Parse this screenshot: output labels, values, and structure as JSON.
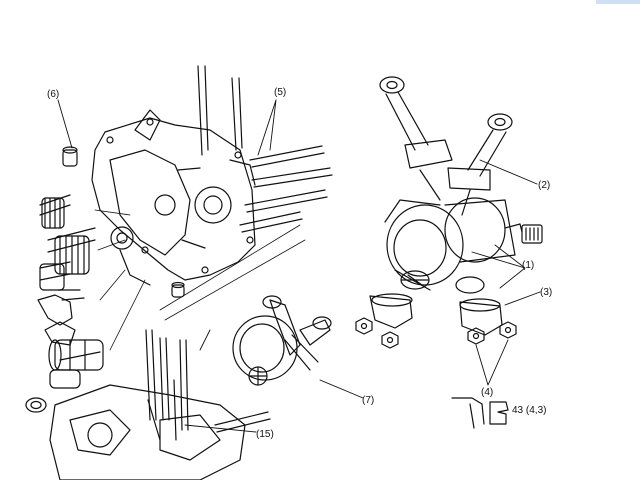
{
  "callouts": {
    "c6": "(6)",
    "c5": "(5)",
    "c2": "(2)",
    "c1": "(1)",
    "c3": "(3)",
    "c4": "(4)",
    "c7": "(7)",
    "c15": "(15)"
  },
  "torque": {
    "value": "43 (4,3)",
    "icon": "torque-wrench-icon"
  },
  "colors": {
    "ink": "#111111",
    "background": "#ffffff"
  }
}
